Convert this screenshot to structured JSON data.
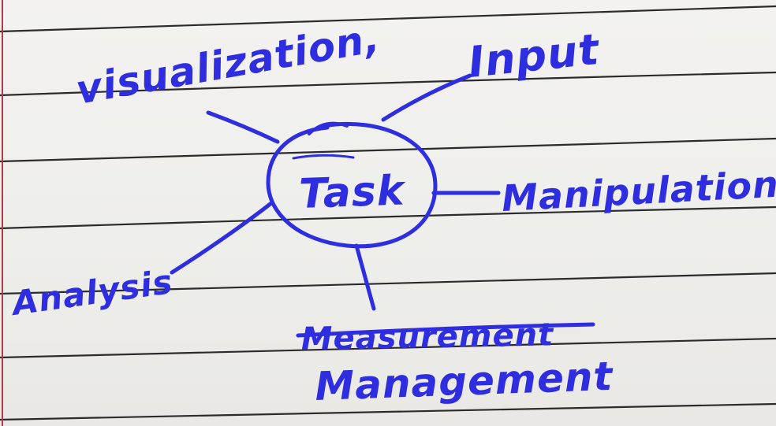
{
  "diagram": {
    "center": "Task",
    "branches": {
      "visualization": "visualization,",
      "input": "Input",
      "manipulation": "Manipulation",
      "analysis": "Analysis",
      "struck_out": "Measurement",
      "management": "Management"
    }
  },
  "colors": {
    "ink": "#2e2ee0",
    "paper": "#f1f0ee",
    "ruled_line": "#2b2b2b",
    "margin_line": "#b03a48"
  }
}
